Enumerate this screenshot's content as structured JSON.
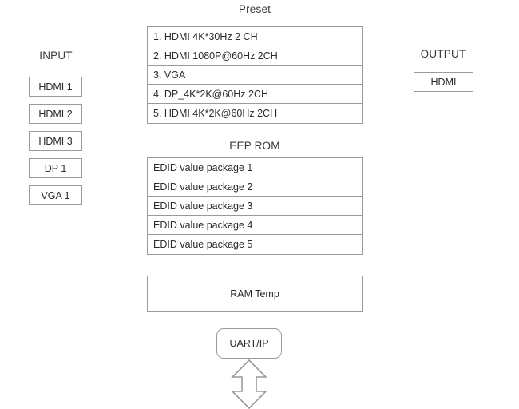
{
  "diagram": {
    "input": {
      "label": "INPUT",
      "ports": [
        {
          "label": "HDMI 1"
        },
        {
          "label": "HDMI 2"
        },
        {
          "label": "HDMI 3"
        },
        {
          "label": "DP 1"
        },
        {
          "label": "VGA 1"
        }
      ]
    },
    "output": {
      "label": "OUTPUT",
      "ports": [
        {
          "label": "HDMI"
        }
      ]
    },
    "preset": {
      "title": "Preset",
      "rows": [
        "1. HDMI 4K*30Hz 2 CH",
        "2. HDMI 1080P@60Hz 2CH",
        "3. VGA",
        "4. DP_4K*2K@60Hz 2CH",
        "5. HDMI 4K*2K@60Hz 2CH"
      ]
    },
    "eeprom": {
      "title": "EEP ROM",
      "rows": [
        "EDID value package 1",
        "EDID value package 2",
        "EDID value package 3",
        "EDID value package 4",
        "EDID value package 5"
      ]
    },
    "ram_temp": {
      "label": "RAM Temp"
    },
    "uart_ip": {
      "label": "UART/IP"
    },
    "arrow": {
      "icon": "double-headed-vertical-arrow-icon"
    },
    "colors": {
      "border": "#9a9a9a",
      "text": "#2b2b2b",
      "background": "#ffffff"
    }
  }
}
